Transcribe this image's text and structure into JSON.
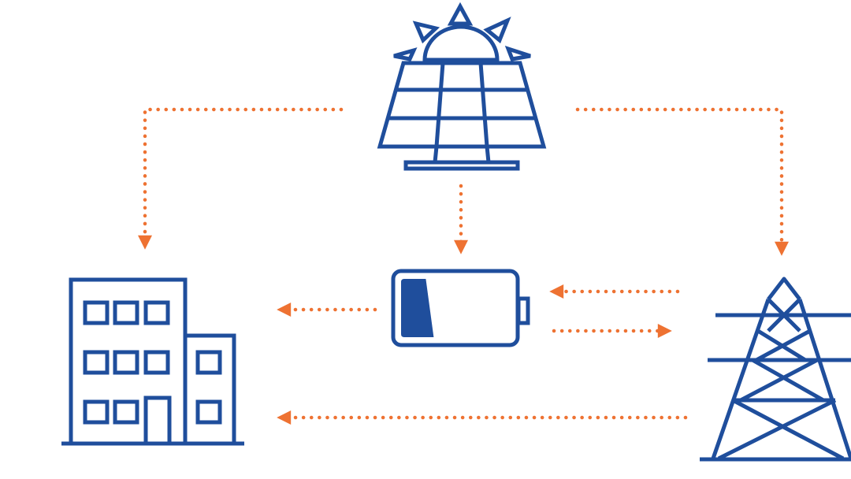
{
  "colors": {
    "icon": "#1f4e9c",
    "flow": "#ee7232",
    "background": "#ffffff"
  },
  "nodes": {
    "solar": {
      "icon": "solar-panel-icon"
    },
    "battery": {
      "icon": "battery-icon",
      "charge_fraction": 0.3
    },
    "building": {
      "icon": "building-icon"
    },
    "grid": {
      "icon": "transmission-tower-icon"
    }
  },
  "flows": [
    {
      "from": "solar",
      "to": "building"
    },
    {
      "from": "solar",
      "to": "battery"
    },
    {
      "from": "solar",
      "to": "grid"
    },
    {
      "from": "battery",
      "to": "building"
    },
    {
      "from": "grid",
      "to": "battery"
    },
    {
      "from": "battery",
      "to": "grid"
    },
    {
      "from": "grid",
      "to": "building"
    }
  ]
}
